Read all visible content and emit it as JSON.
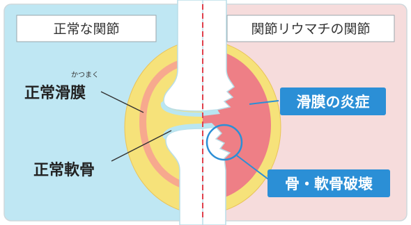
{
  "panels": {
    "left_title": "正常な関節",
    "right_title": "関節リウマチの関節"
  },
  "labels": {
    "synovium_ruby": "かつまく",
    "normal_synovium": "正常滑膜",
    "normal_cartilage": "正常軟骨",
    "synovitis": "滑膜の炎症",
    "bone_cartilage_destruction": "骨・軟骨破壊"
  },
  "colors": {
    "left_bg": "#bfe7f3",
    "right_bg": "#f6dcdc",
    "capsule_outer": "#f6e27a",
    "capsule_inner_normal": "#f7b39a",
    "inflamed": "#ee7f86",
    "bone": "#ffffff",
    "cartilage": "#b9e6f2",
    "center_line": "#e0404c",
    "callout_bg": "#2b8fd6",
    "callout_text": "#ffffff",
    "circle": "#2b8fd6"
  }
}
